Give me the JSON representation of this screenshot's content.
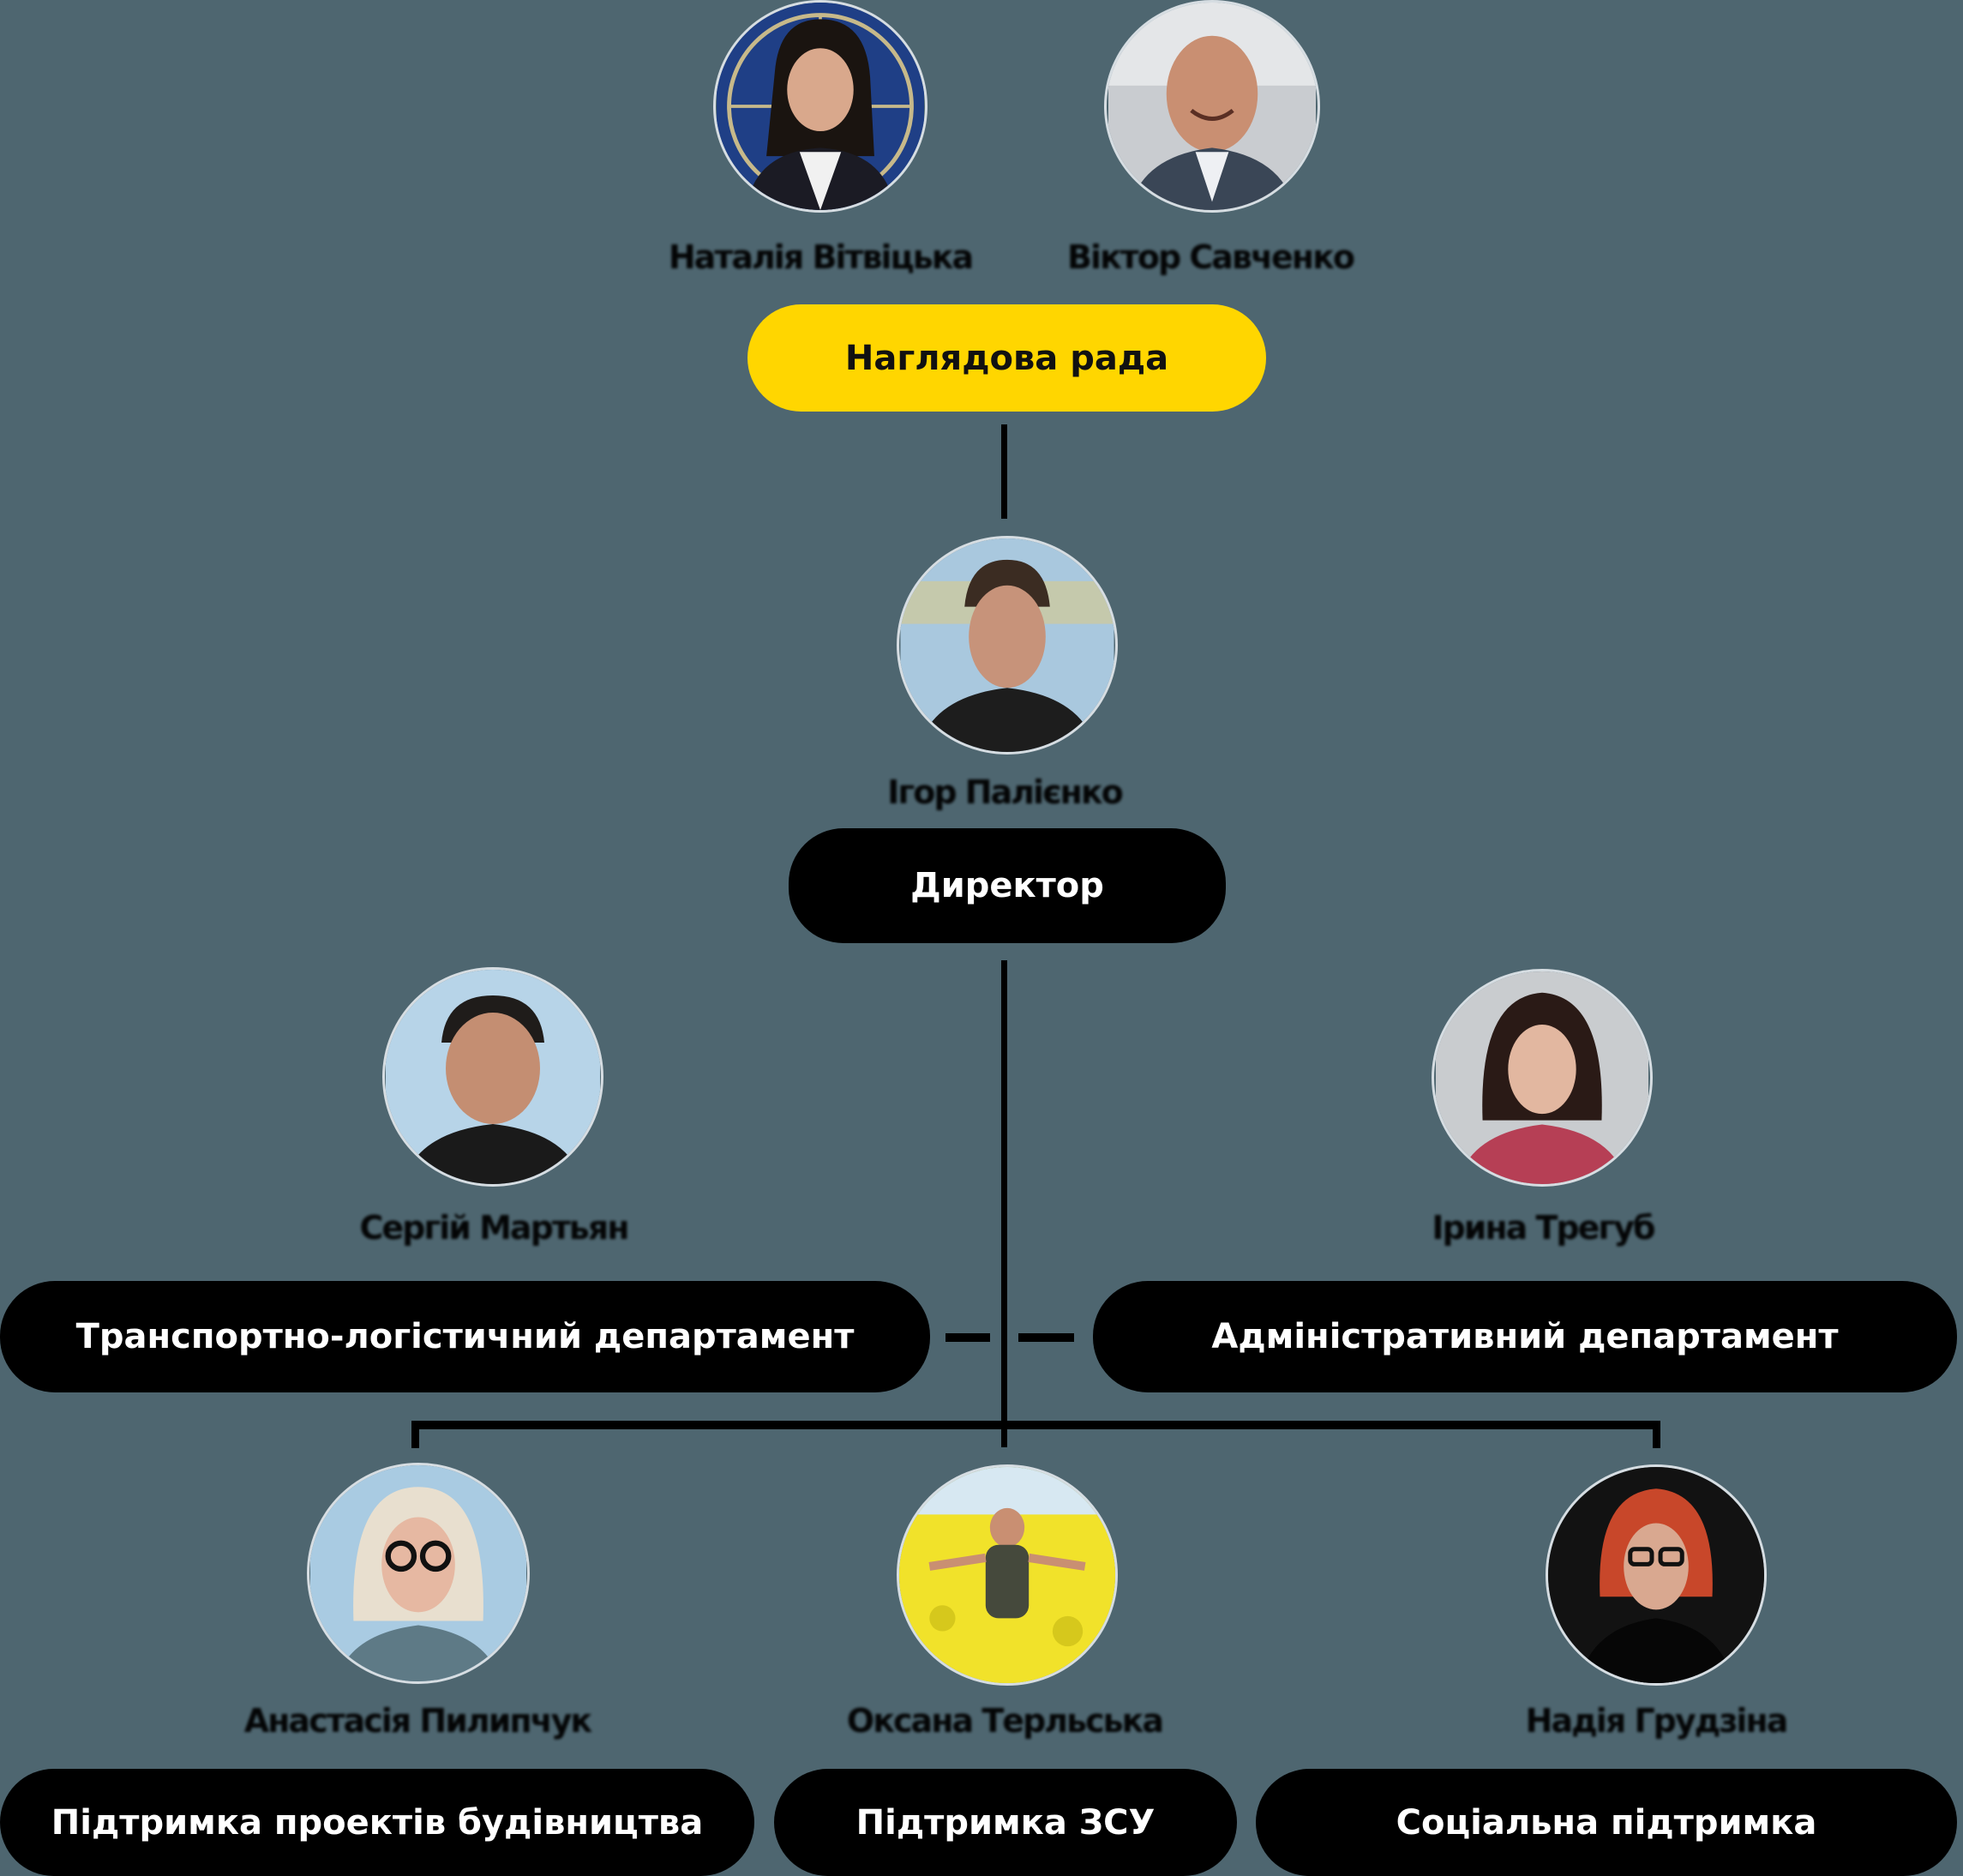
{
  "colors": {
    "background": "#4e6670",
    "accent": "#ffd600",
    "pill": "#000000",
    "pill_text": "#ffffff"
  },
  "board": {
    "label": "Наглядова рада",
    "members": [
      {
        "name": "Наталія Вітвіцька",
        "photo": "woman-dark-hair-photo"
      },
      {
        "name": "Віктор Савченко",
        "photo": "man-bald-smiling-photo"
      }
    ]
  },
  "director": {
    "name": "Ігор Палієнко",
    "label": "Директор",
    "photo": "man-portrait-photo"
  },
  "departments": [
    {
      "name": "Сергій Мартьян",
      "label": "Транспортно-логістичний департамент",
      "photo": "man-dark-hair-photo"
    },
    {
      "name": "Ірина Трегуб",
      "label": "Адміністративний департамент",
      "photo": "woman-bob-hair-photo"
    }
  ],
  "programs": [
    {
      "name": "Анастасія Пилипчук",
      "label": "Підтримка проектів будівництва",
      "photo": "woman-glasses-blonde-photo"
    },
    {
      "name": "Оксана Терльська",
      "label": "Підтримка ЗСУ",
      "photo": "woman-in-rapeseed-field-photo"
    },
    {
      "name": "Надія Грудзіна",
      "label": "Соціальна підтримка",
      "photo": "woman-red-hair-glasses-photo"
    }
  ]
}
